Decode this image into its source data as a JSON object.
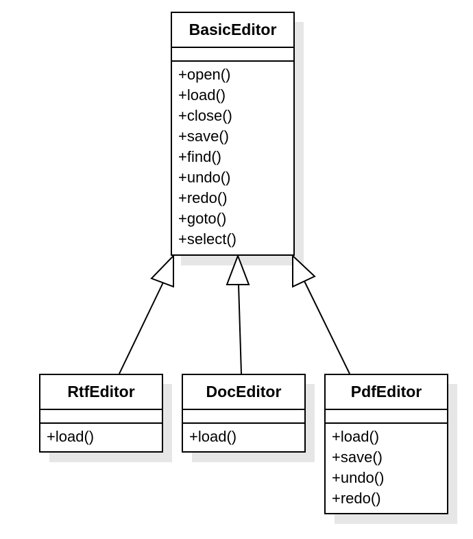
{
  "classes": {
    "basic_editor": {
      "name": "BasicEditor",
      "methods": [
        "+open()",
        "+load()",
        "+close()",
        "+save()",
        "+find()",
        "+undo()",
        "+redo()",
        "+goto()",
        "+select()"
      ]
    },
    "rtf_editor": {
      "name": "RtfEditor",
      "methods": [
        "+load()"
      ]
    },
    "doc_editor": {
      "name": "DocEditor",
      "methods": [
        "+load()"
      ]
    },
    "pdf_editor": {
      "name": "PdfEditor",
      "methods": [
        "+load()",
        "+save()",
        "+undo()",
        "+redo()"
      ]
    }
  },
  "relations": [
    {
      "type": "generalization",
      "from": "RtfEditor",
      "to": "BasicEditor"
    },
    {
      "type": "generalization",
      "from": "DocEditor",
      "to": "BasicEditor"
    },
    {
      "type": "generalization",
      "from": "PdfEditor",
      "to": "BasicEditor"
    }
  ]
}
